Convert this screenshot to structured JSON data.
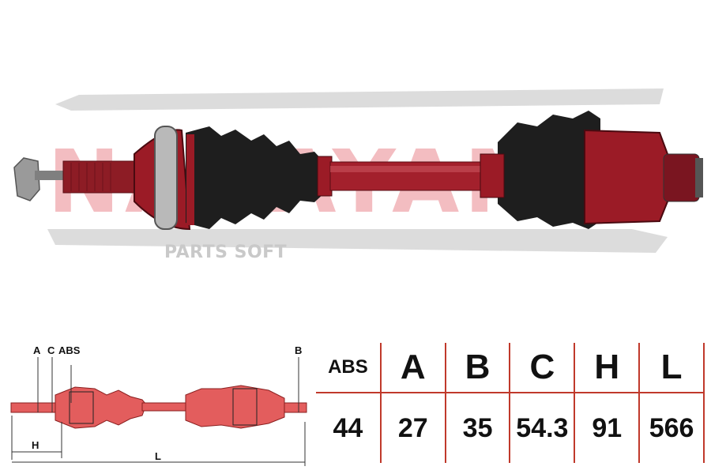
{
  "brand": {
    "watermark_logo": "NAKAYAMA",
    "watermark_text": "PARTS SOFT"
  },
  "diagram": {
    "labels": {
      "a": "A",
      "c": "C",
      "abs": "ABS",
      "b": "B",
      "h": "H",
      "l": "L"
    }
  },
  "specs": {
    "headers": [
      "ABS",
      "A",
      "B",
      "C",
      "H",
      "L"
    ],
    "values": [
      "44",
      "27",
      "35",
      "54.3",
      "91",
      "566"
    ]
  },
  "colors": {
    "part_red": "#9b1b26",
    "diagram_red": "#d9534f",
    "table_border": "#c0392b",
    "watermark_grey": "#d4d4d4"
  }
}
